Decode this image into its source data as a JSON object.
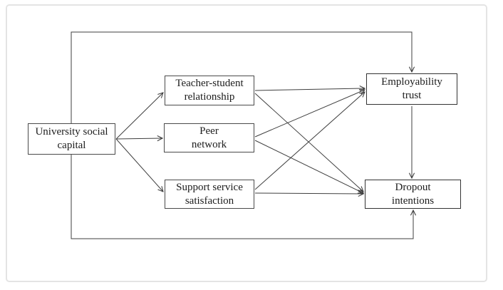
{
  "figure": {
    "type": "path-diagram",
    "nodes": {
      "university_social_capital": {
        "label": "University social capital",
        "line1": "University social",
        "line2": "capital"
      },
      "teacher_student_relationship": {
        "label": "Teacher-student relationship",
        "line1": "Teacher-student",
        "line2": "relationship"
      },
      "peer_network": {
        "label": "Peer network",
        "line1": "Peer",
        "line2": "network"
      },
      "support_service_satisfaction": {
        "label": "Support service satisfaction",
        "line1": "Support service",
        "line2": "satisfaction"
      },
      "employability_trust": {
        "label": "Employability trust",
        "line1": "Employability",
        "line2": "trust"
      },
      "dropout_intentions": {
        "label": "Dropout intentions",
        "line1": "Dropout",
        "line2": "intentions"
      }
    },
    "edges": [
      {
        "from": "university_social_capital",
        "to": "teacher_student_relationship",
        "route": "direct"
      },
      {
        "from": "university_social_capital",
        "to": "peer_network",
        "route": "direct"
      },
      {
        "from": "university_social_capital",
        "to": "support_service_satisfaction",
        "route": "direct"
      },
      {
        "from": "university_social_capital",
        "to": "employability_trust",
        "route": "around-top"
      },
      {
        "from": "university_social_capital",
        "to": "dropout_intentions",
        "route": "around-bottom"
      },
      {
        "from": "teacher_student_relationship",
        "to": "employability_trust",
        "route": "direct"
      },
      {
        "from": "teacher_student_relationship",
        "to": "dropout_intentions",
        "route": "direct"
      },
      {
        "from": "peer_network",
        "to": "employability_trust",
        "route": "direct"
      },
      {
        "from": "peer_network",
        "to": "dropout_intentions",
        "route": "direct"
      },
      {
        "from": "support_service_satisfaction",
        "to": "employability_trust",
        "route": "direct"
      },
      {
        "from": "support_service_satisfaction",
        "to": "dropout_intentions",
        "route": "direct"
      },
      {
        "from": "employability_trust",
        "to": "dropout_intentions",
        "route": "direct"
      }
    ],
    "colors": {
      "line": "#3f3f3f",
      "box_border": "#4a4a4a",
      "text": "#1c1c1c",
      "card_border": "#e4e4e4",
      "background": "#ffffff"
    }
  }
}
